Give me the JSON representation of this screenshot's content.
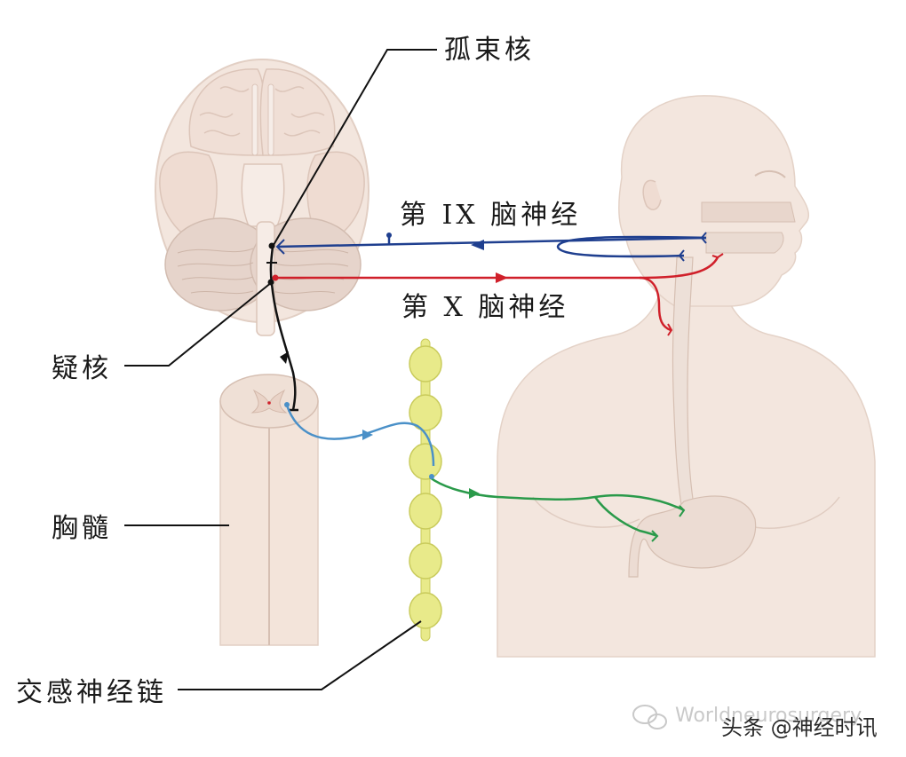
{
  "labels": {
    "nucleus_solitarius": "孤束核",
    "cn9": "第 IX 脑神经",
    "cn10": "第 X 脑神经",
    "nucleus_ambiguus": "疑核",
    "thoracic_cord": "胸髓",
    "sympathetic_chain": "交感神经链"
  },
  "watermark": {
    "faint_text": "Worldneurosurgery",
    "overlay_text": "头条 @神经时讯"
  },
  "colors": {
    "cn9_nerve": "#1f3f8f",
    "cn10_nerve": "#d0202a",
    "preganglionic": "#4a90c8",
    "postganglionic": "#2a9a4a",
    "ganglion": "#e8ea8a",
    "tissue": "#f1e4dc"
  }
}
